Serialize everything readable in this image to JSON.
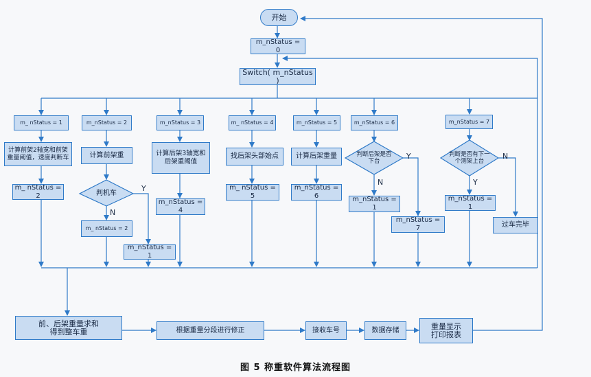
{
  "flowchart": {
    "start": "开始",
    "init_status": "m_nStatus = 0",
    "switch": "Switch( m_nStatus )",
    "cases": [
      "m_ nStatus = 1",
      "m_nStatus = 2",
      "m_nStatus = 3",
      "m_ nStatus = 4",
      "m_nStatus = 5",
      "m_nStatus = 6",
      "m_nStatus = 7"
    ],
    "case1": {
      "compute": "计算前架2轴宽和前架重量阈值，速度判断车",
      "set": "m_ nStatus = 2"
    },
    "case2": {
      "compute": "计算前架重",
      "decision": "判机车",
      "yes": "Y",
      "no": "N",
      "set_no": "m_ nStatus = 2",
      "set_yes": "m_nStatus = 1"
    },
    "case3": {
      "compute": "计算后架3轴宽和后架重阈值",
      "set": "m_nStatus = 4"
    },
    "case4": {
      "compute": "找后架头部始点",
      "set": "m_ nStatus = 5"
    },
    "case5": {
      "compute": "计算后架重量",
      "set": "m_nStatus = 6"
    },
    "case6": {
      "decision": "判断后架是否下台",
      "yes": "Y",
      "no": "N",
      "set_no": "m_nStatus = 1",
      "set_yes": "m_nStatus = 7"
    },
    "case7": {
      "decision": "判断是否有下一个测架上台",
      "yes": "Y",
      "no": "N",
      "set_yes": "m_nStatus = 1",
      "done": "过车完毕"
    },
    "bottom": [
      "前、后架重量求和得到整车重",
      "根据重量分段进行修正",
      "接收车号",
      "数据存储",
      "重量显示打印报表"
    ]
  },
  "caption": "图 5    称重软件算法流程图",
  "colors": {
    "line": "#2f7ac8",
    "fill": "#c9dcf2",
    "text": "#1a2a44"
  }
}
